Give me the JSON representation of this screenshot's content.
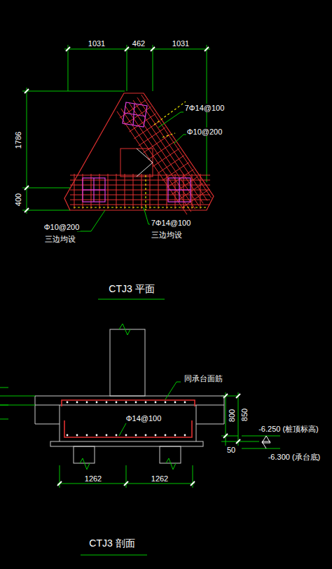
{
  "diagram": {
    "labels": [
      "1031",
      "462",
      "1031",
      "1786",
      "400",
      "7Φ14@100",
      "Φ10@200",
      "Φ10@200",
      "三边均设",
      "7Φ14@100",
      "三边均设",
      "CTJ3 平面",
      "同承台面筋",
      "Φ14@100",
      "800",
      "850",
      "50",
      "-6.250 (桩顶标高)",
      "-6.300 (承台底)",
      "1262",
      "1262",
      "CTJ3 剖面"
    ]
  }
}
